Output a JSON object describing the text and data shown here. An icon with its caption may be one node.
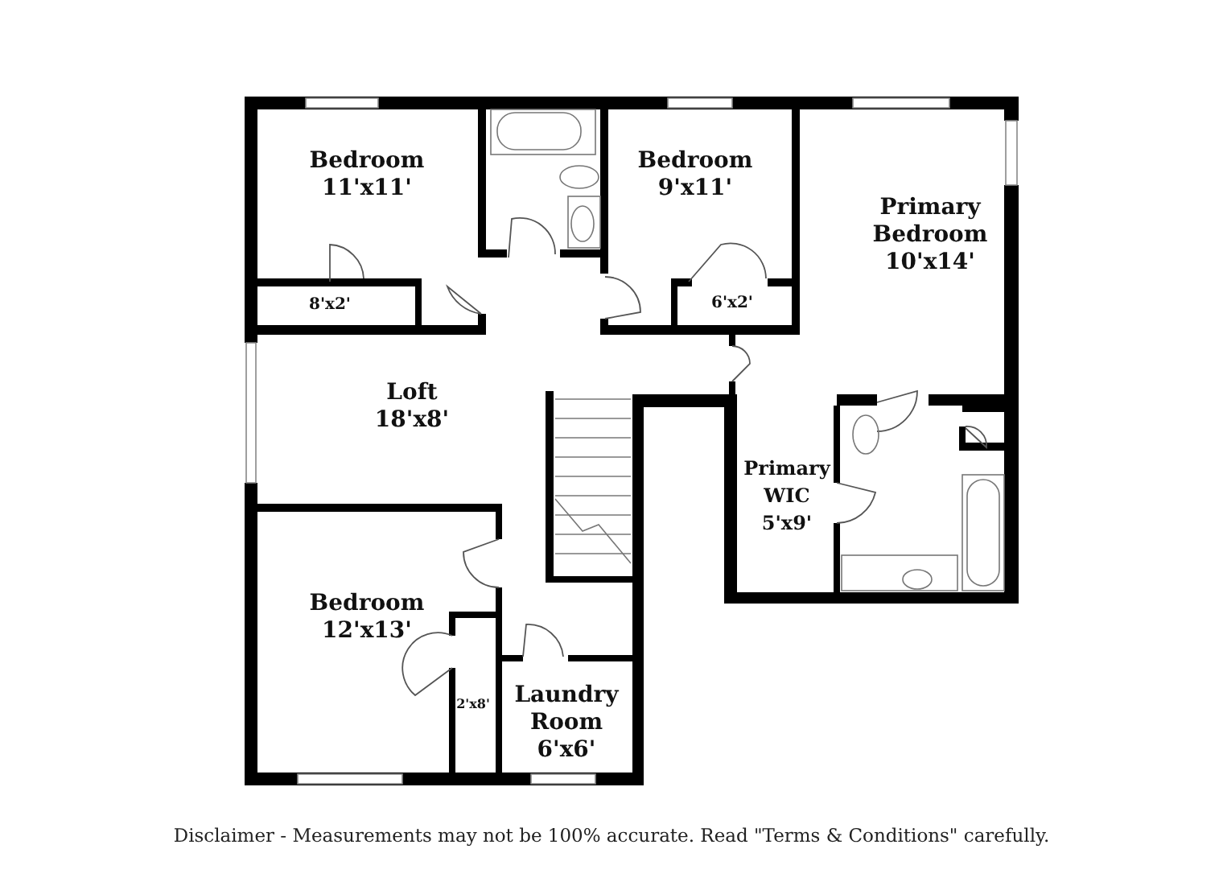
{
  "diagram": {
    "nodes": [
      {
        "text": [
          "Bedroom",
          "11'x11'"
        ]
      },
      {
        "text": [
          "8'x2'"
        ]
      },
      {
        "text": [
          "Bedroom",
          "9'x11'"
        ]
      },
      {
        "text": [
          "6'x2'"
        ]
      },
      {
        "text": [
          "Primary Bedroom",
          "10'x14'"
        ]
      },
      {
        "text": [
          "Loft",
          "18'x8'"
        ]
      },
      {
        "text": [
          "Primary WIC",
          "5'x9'"
        ]
      },
      {
        "text": [
          "Bedroom",
          "12'x13'"
        ]
      },
      {
        "text": [
          "2'x8'"
        ]
      },
      {
        "text": [
          "Laundry Room",
          "6'x6'"
        ]
      }
    ],
    "labels": [
      "Disclaimer - Measurements may not be 100% accurate. Read \"Terms & Conditions\" carefully."
    ]
  }
}
